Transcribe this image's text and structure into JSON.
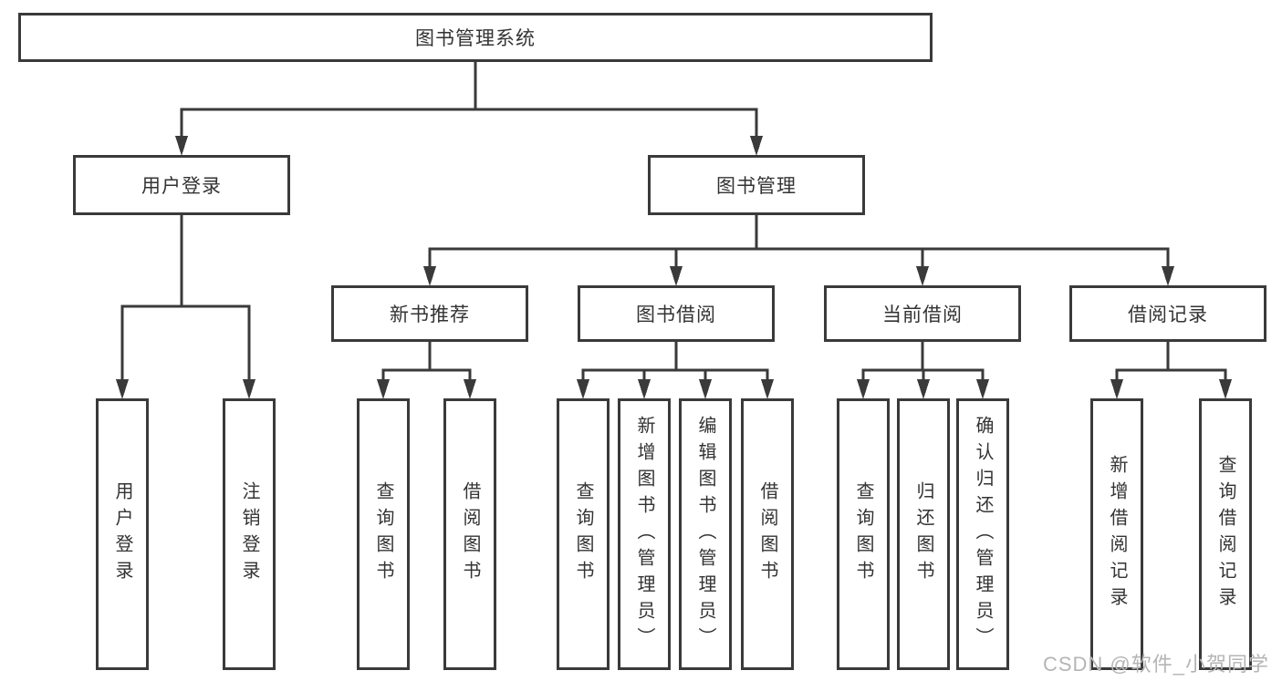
{
  "tree": {
    "root": {
      "label": "图书管理系统"
    },
    "level2": [
      {
        "label": "用户登录",
        "children": [
          "用户登录",
          "注销登录"
        ]
      },
      {
        "label": "图书管理",
        "groups": [
          {
            "label": "新书推荐",
            "children": [
              "查询图书",
              "借阅图书"
            ]
          },
          {
            "label": "图书借阅",
            "children": [
              "查询图书",
              "新增图书（管理员）",
              "编辑图书（管理员）",
              "借阅图书"
            ]
          },
          {
            "label": "当前借阅",
            "children": [
              "查询图书",
              "归还图书",
              "确认归还（管理员）"
            ]
          },
          {
            "label": "借阅记录",
            "children": [
              "新增借阅记录",
              "查询借阅记录"
            ]
          }
        ]
      }
    ]
  },
  "watermark": {
    "text": "CSDN @软件_小贺同学"
  },
  "colors": {
    "line": "#3a3a3a",
    "text": "#333333",
    "background": "#ffffff",
    "watermark": "#b5b5b5"
  }
}
